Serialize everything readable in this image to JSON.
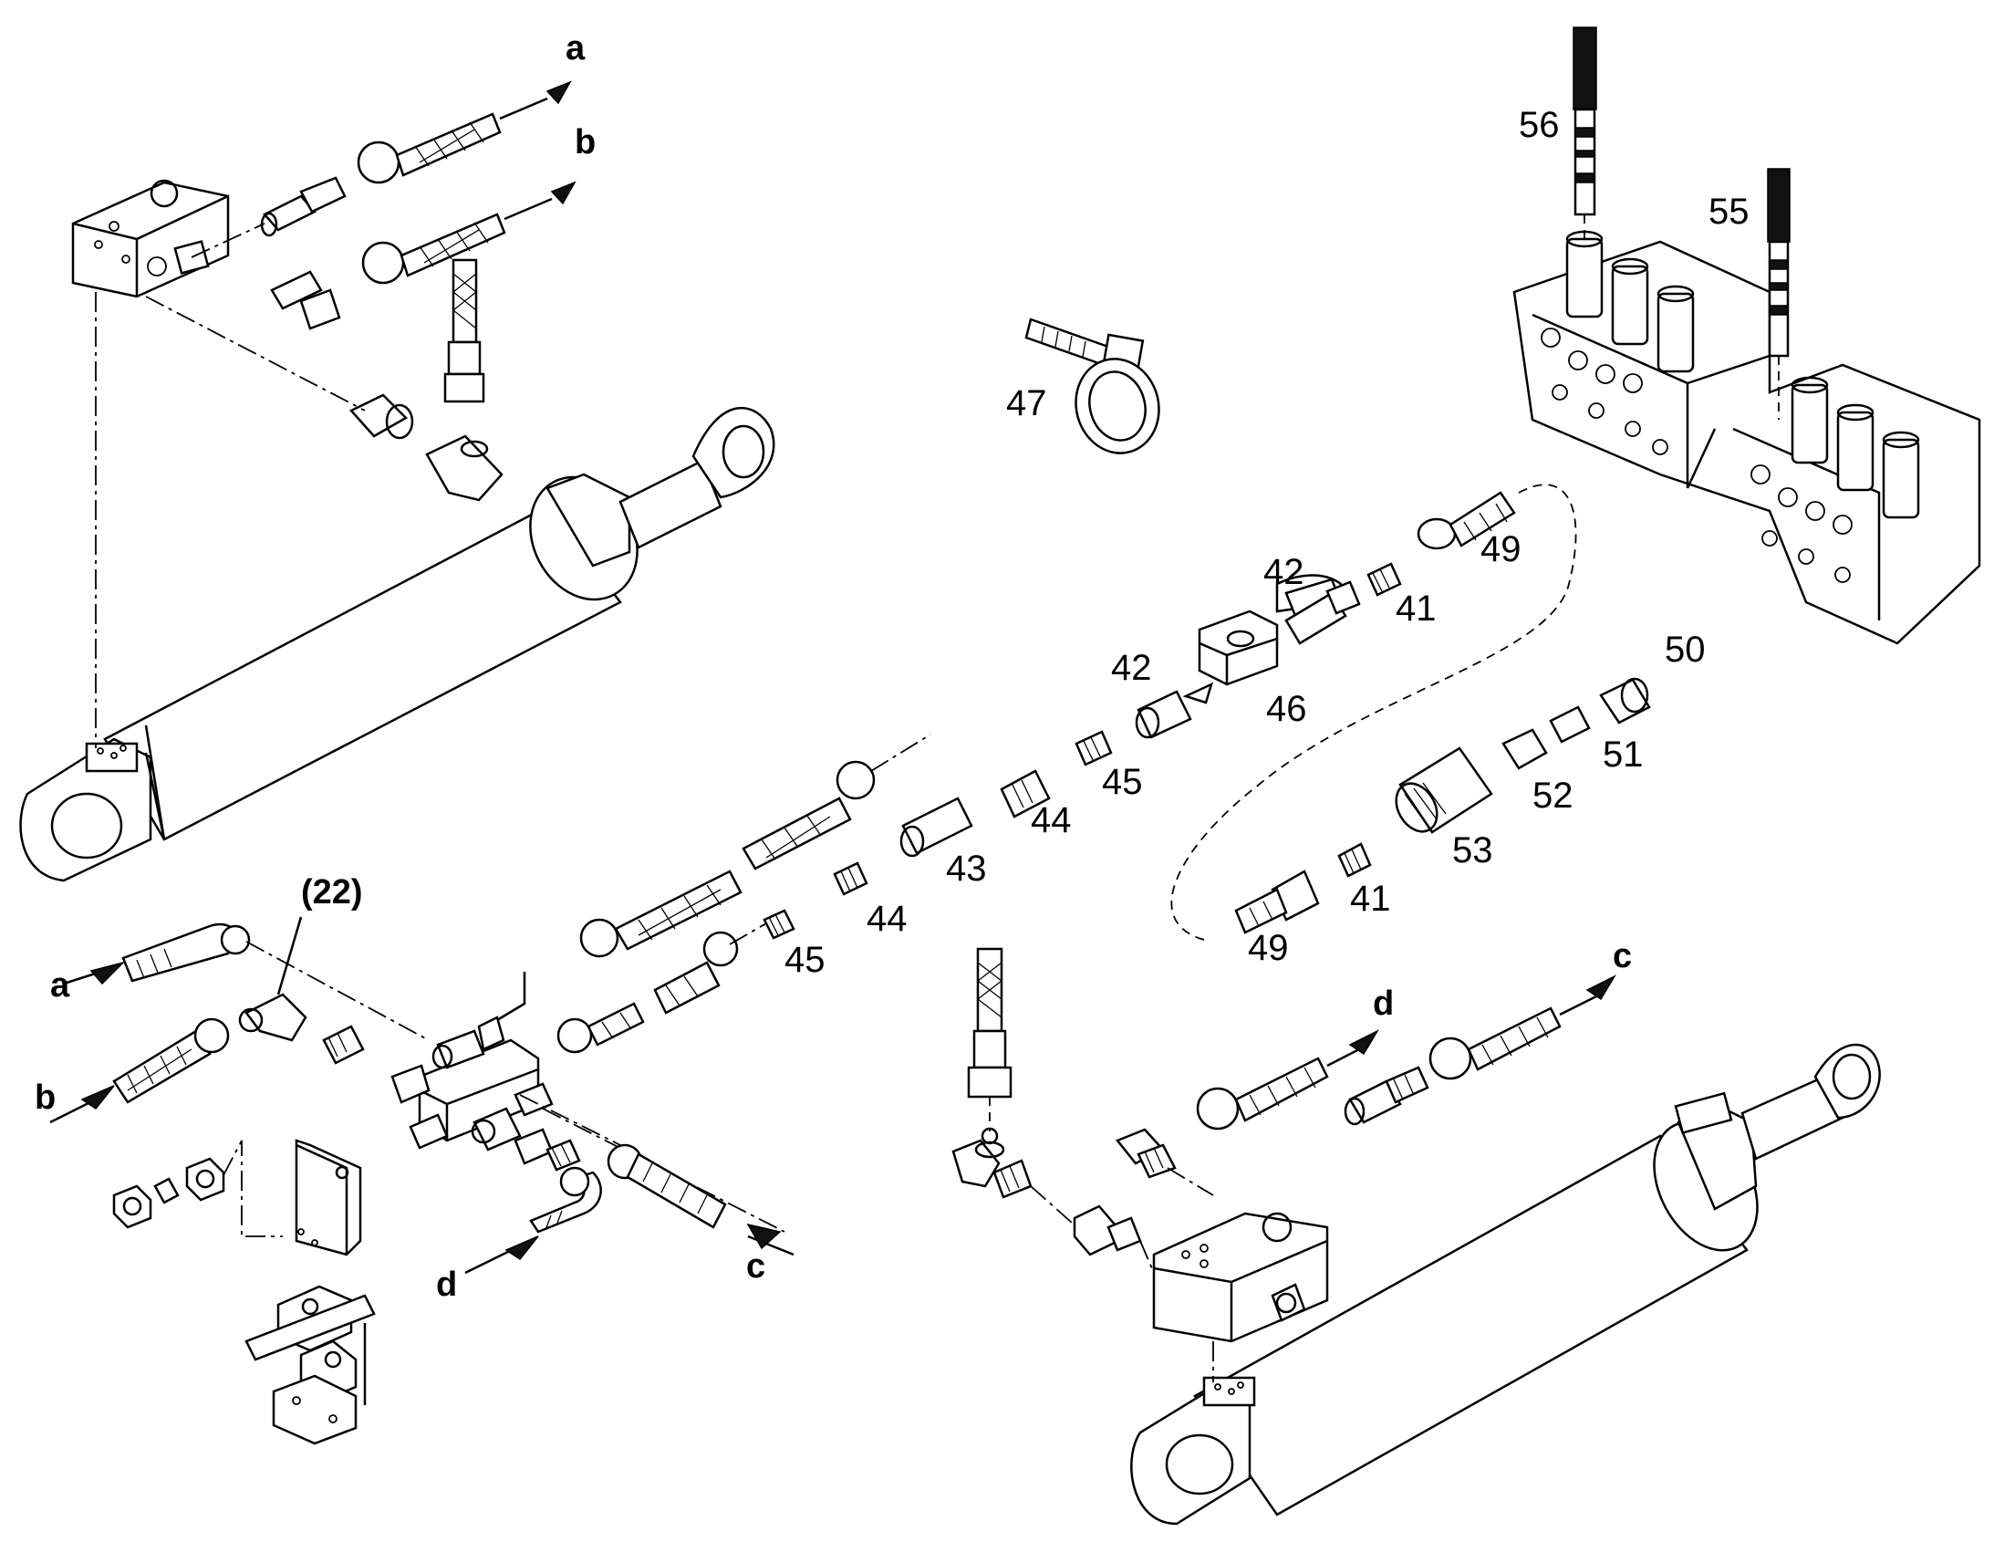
{
  "labels": {
    "p56": "56",
    "p55": "55",
    "p47": "47",
    "p42a": "42",
    "p41a": "41",
    "p49a": "49",
    "p42b": "42",
    "p46": "46",
    "p50": "50",
    "p51": "51",
    "p52": "52",
    "p45a": "45",
    "p44a": "44",
    "p43": "43",
    "p53": "53",
    "p44b": "44",
    "p45b": "45",
    "p41b": "41",
    "p49b": "49",
    "p22": "(22)"
  },
  "connectors": {
    "a_top": "a",
    "b_top": "b",
    "a_left": "a",
    "b_left": "b",
    "d_bottom": "d",
    "c_bottom": "c",
    "d_right": "d",
    "c_right": "c"
  }
}
